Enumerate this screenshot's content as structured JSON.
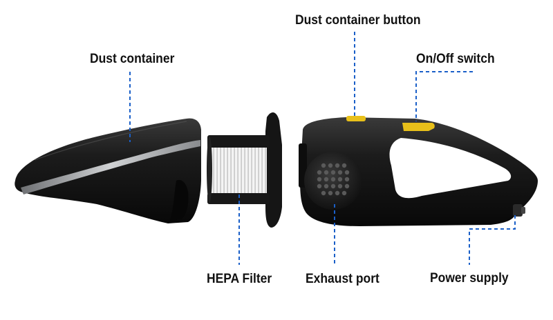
{
  "labels": {
    "dust_container": "Dust container",
    "dust_container_button": "Dust container button",
    "on_off_switch": "On/Off switch",
    "hepa_filter": "HEPA Filter",
    "exhaust_port": "Exhaust port",
    "power_supply": "Power supply"
  },
  "colors": {
    "body_black": "#141414",
    "leader_blue": "#1a5fc8",
    "button_yellow": "#e8c01a",
    "filter_white": "#f2f2f2",
    "stripe_silver": "#b9bcbf"
  }
}
